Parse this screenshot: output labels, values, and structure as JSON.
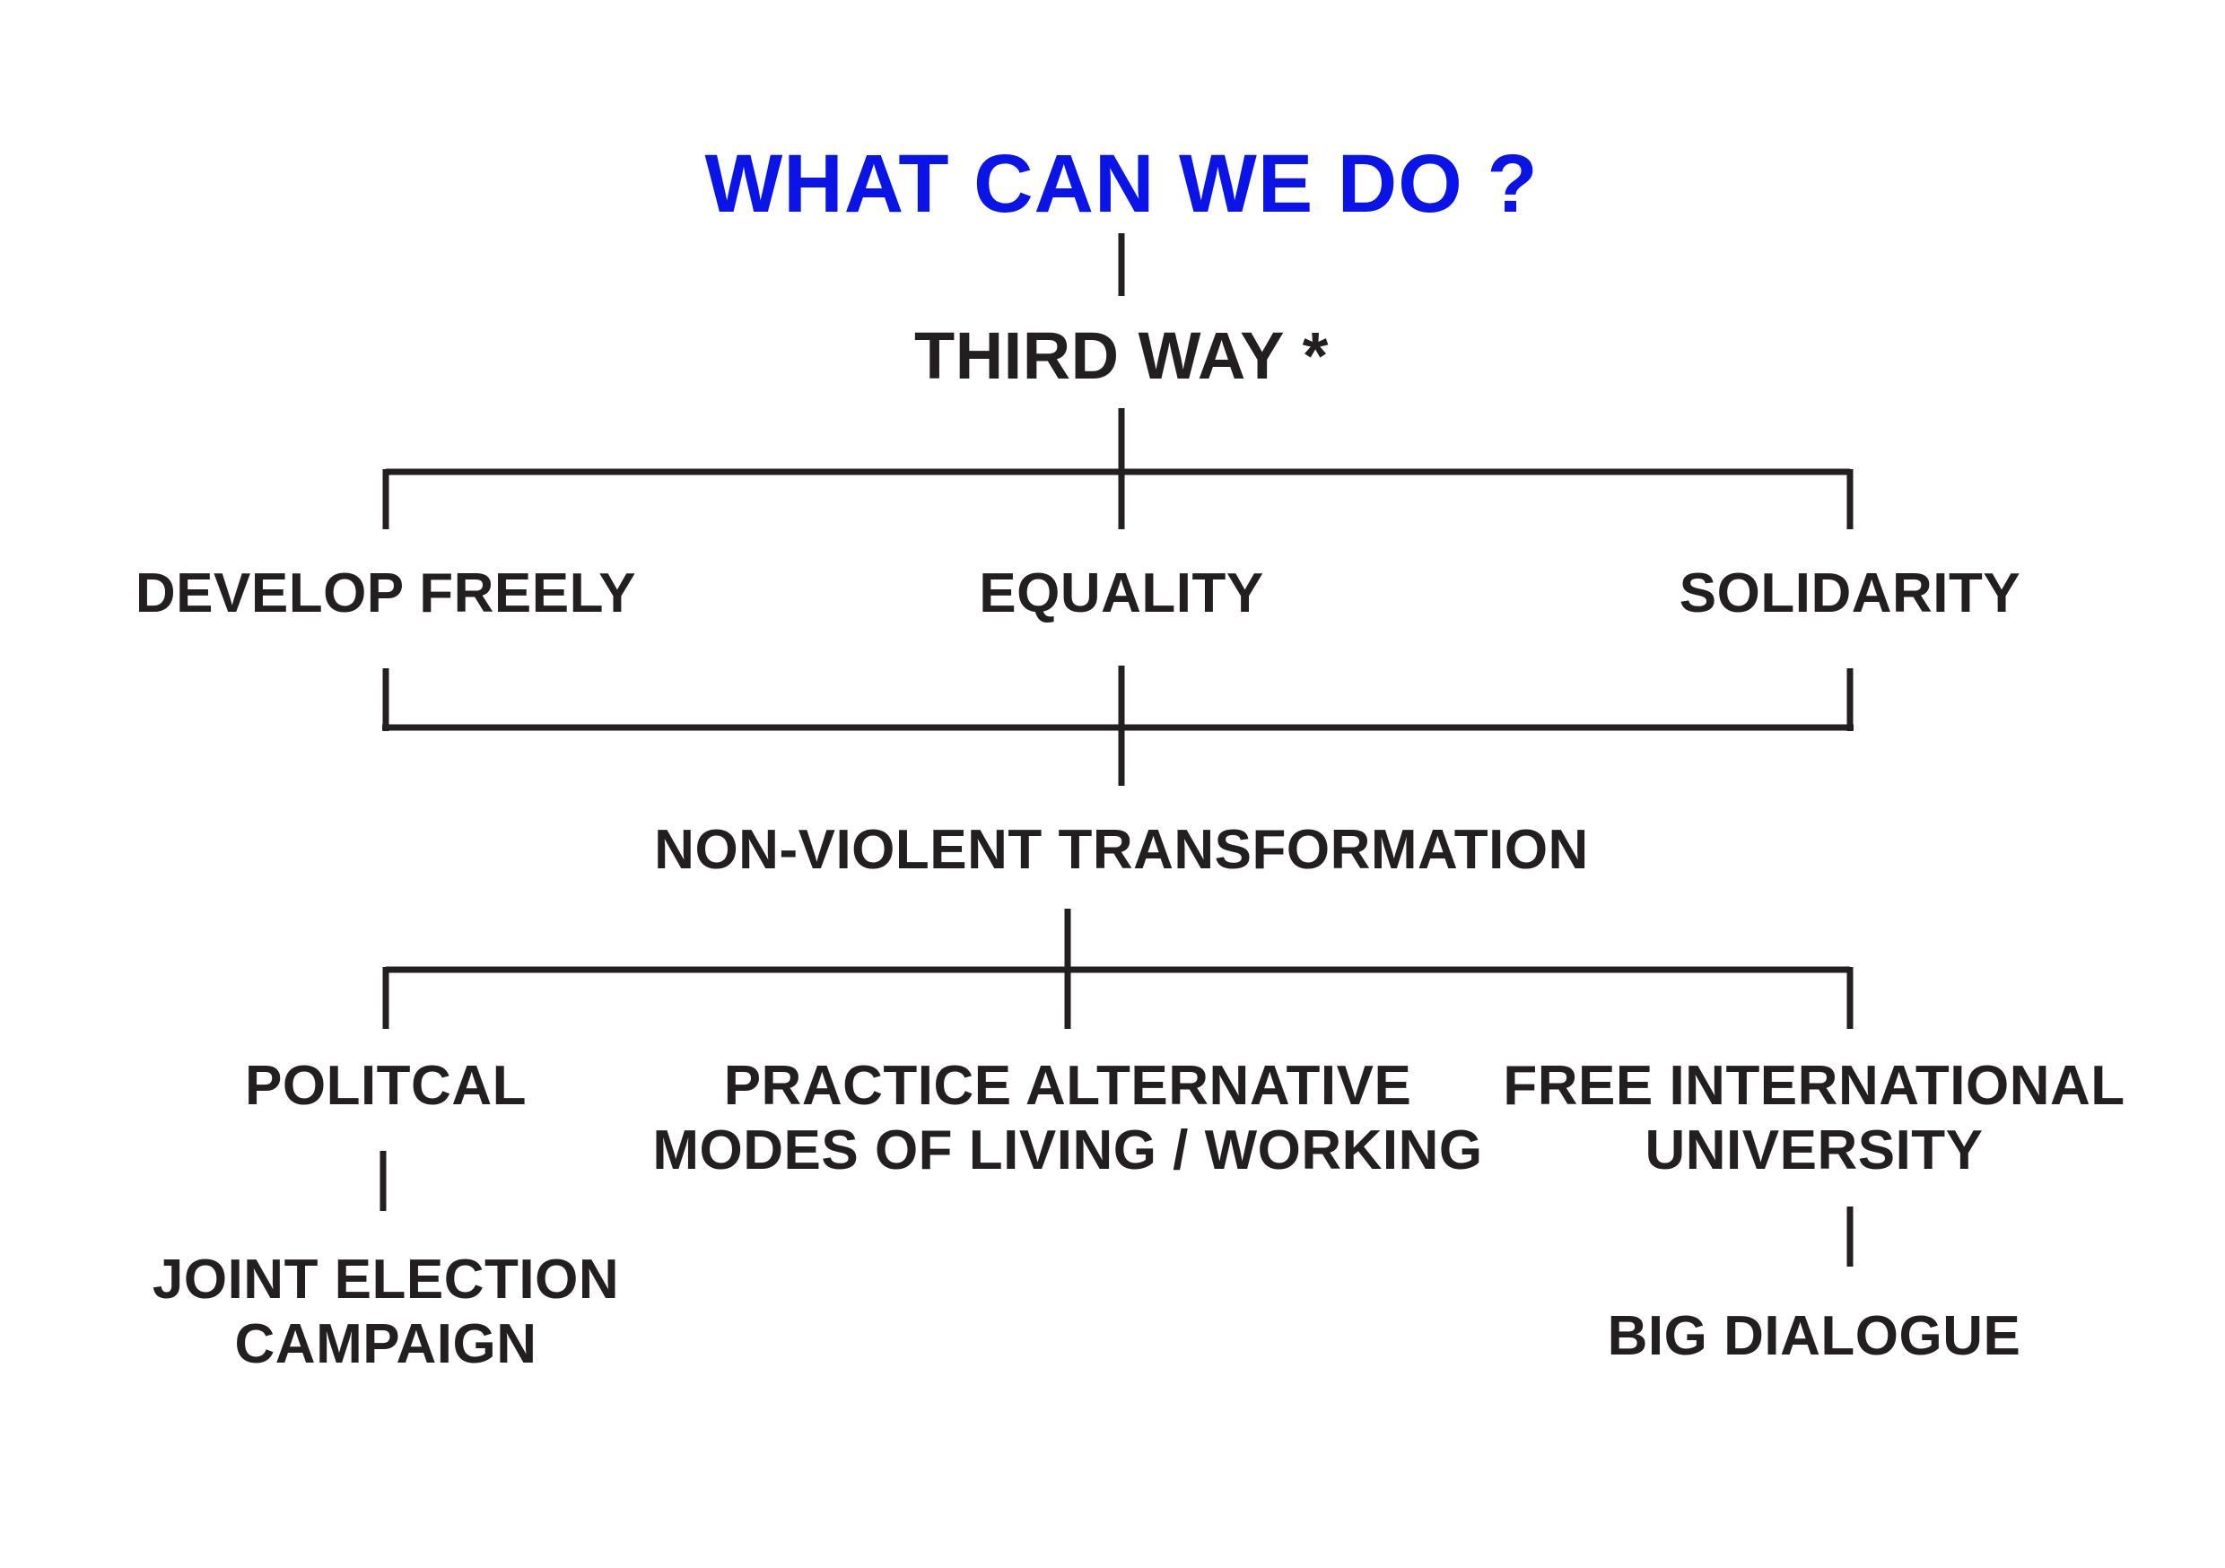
{
  "colors": {
    "title": "#0a14e6",
    "text": "#231f20",
    "line": "#231f20",
    "background": "#ffffff"
  },
  "title": "WHAT CAN WE DO ?",
  "third_way": "THIRD WAY *",
  "values": {
    "develop_freely": "DEVELOP FREELY",
    "equality": "EQUALITY",
    "solidarity": "SOLIDARITY"
  },
  "transformation": "NON-VIOLENT TRANSFORMATION",
  "actions": {
    "political": "POLITCAL",
    "practice_line1": "PRACTICE ALTERNATIVE",
    "practice_line2": "MODES OF LIVING / WORKING",
    "university_line1": "FREE INTERNATIONAL",
    "university_line2": "UNIVERSITY"
  },
  "outcomes": {
    "election_line1": "JOINT ELECTION",
    "election_line2": "CAMPAIGN",
    "big_dialogue": "BIG DIALOGUE"
  }
}
